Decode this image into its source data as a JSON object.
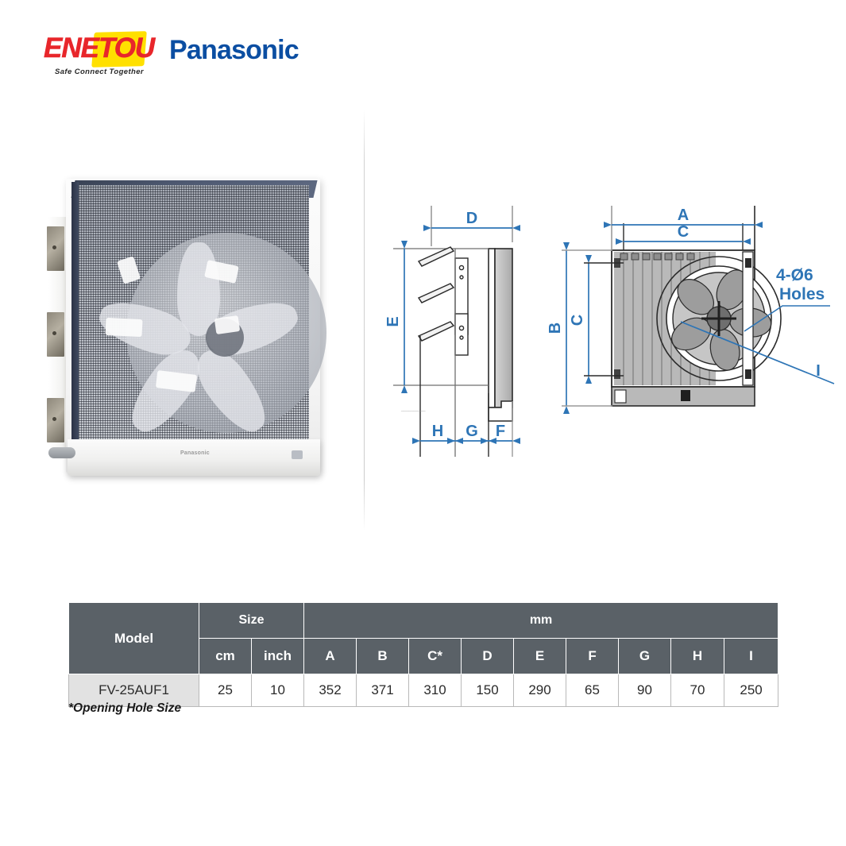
{
  "header": {
    "enetou_name": "ENETOU",
    "enetou_tagline": "Safe Connect Together",
    "panasonic_name": "Panasonic",
    "enetou_red": "#E8262B",
    "enetou_yellow": "#FFE000",
    "panasonic_blue": "#0B4EA2"
  },
  "product_photo": {
    "brand_mark": "Panasonic",
    "alt": "Wall mounted exhaust ventilation fan with mesh grille"
  },
  "drawings": {
    "accent_color": "#2E75B6",
    "side_view": {
      "dim_D": "D",
      "dim_E": "E",
      "dim_H": "H",
      "dim_G": "G",
      "dim_F": "F"
    },
    "front_view": {
      "dim_A": "A",
      "dim_B": "B",
      "dim_C": "C",
      "dim_I": "I",
      "holes_line1": "4-Ø6",
      "holes_line2": "Holes"
    }
  },
  "table": {
    "group_headers": {
      "model": "Model",
      "size": "Size",
      "mm": "mm"
    },
    "sub_headers": [
      "cm",
      "inch",
      "A",
      "B",
      "C*",
      "D",
      "E",
      "F",
      "G",
      "H",
      "I"
    ],
    "rows": [
      {
        "model": "FV-25AUF1",
        "values": [
          "25",
          "10",
          "352",
          "371",
          "310",
          "150",
          "290",
          "65",
          "90",
          "70",
          "250"
        ]
      }
    ],
    "note": "*Opening Hole Size"
  }
}
